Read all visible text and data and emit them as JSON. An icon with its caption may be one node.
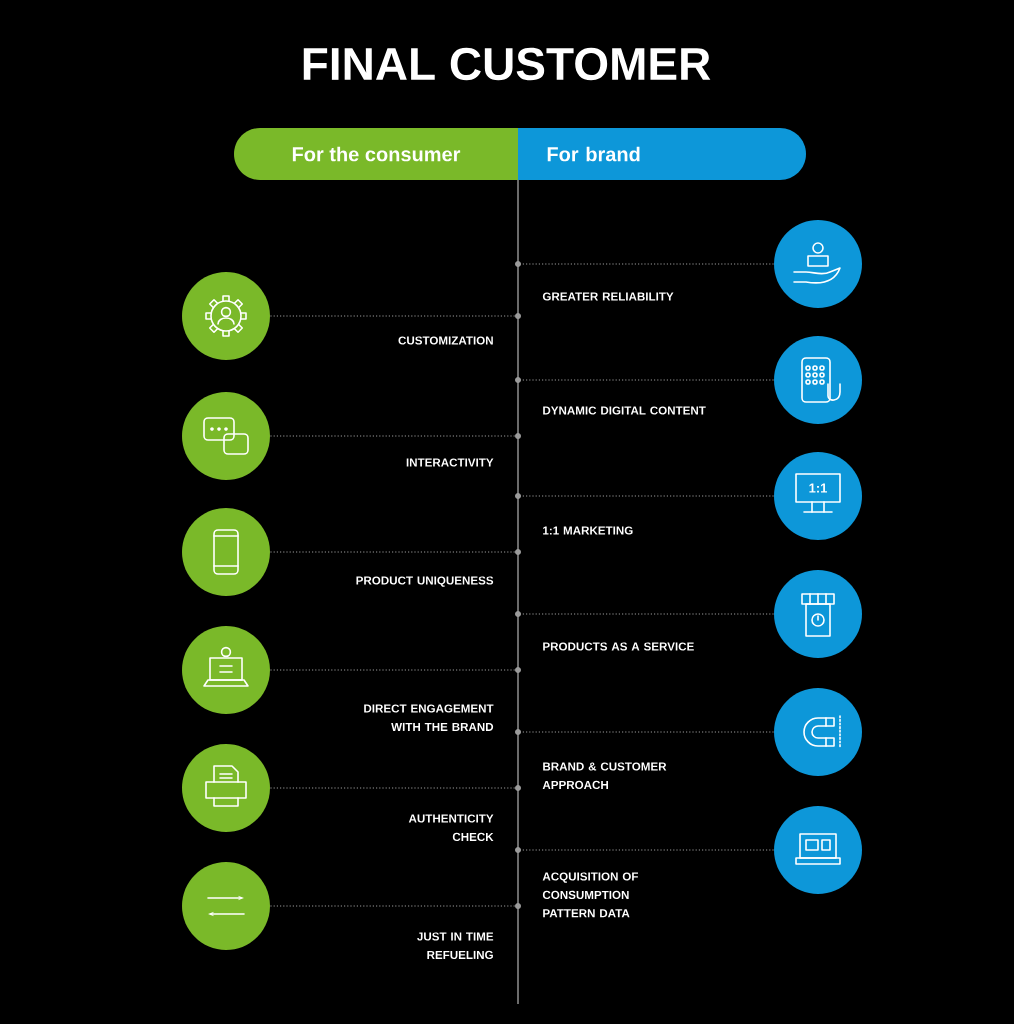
{
  "diagram": {
    "title": "FINAL CUSTOMER",
    "nodes": [
      {
        "text": [
          "For the consumer"
        ]
      },
      {
        "text": [
          "For brand"
        ]
      },
      {
        "text": [],
        "shape": "bar"
      },
      {
        "text": [],
        "shape": "circle"
      },
      {
        "text": [],
        "shape": "circle"
      },
      {
        "text": [],
        "shape": "circle"
      },
      {
        "text": [],
        "shape": "circle"
      },
      {
        "text": [],
        "shape": "circle"
      },
      {
        "text": [],
        "shape": "circle"
      },
      {
        "text": [],
        "shape": "circle"
      },
      {
        "text": [],
        "shape": "circle"
      },
      {
        "text": [],
        "shape": "circle"
      },
      {
        "text": [],
        "shape": "circle"
      },
      {
        "text": [],
        "shape": "circle"
      },
      {
        "text": [],
        "shape": "circle"
      }
    ],
    "edges": [
      {
        "from": 3,
        "to": 2,
        "arrow": "none",
        "style": "dashed"
      },
      {
        "from": 4,
        "to": 2,
        "arrow": "none",
        "style": "dashed"
      },
      {
        "from": 5,
        "to": 2,
        "arrow": "none",
        "style": "dashed"
      },
      {
        "from": 6,
        "to": 2,
        "arrow": "none",
        "style": "dashed"
      },
      {
        "from": 7,
        "to": 2,
        "arrow": "none",
        "style": "dashed"
      },
      {
        "from": 8,
        "to": 2,
        "arrow": "none",
        "style": "dashed"
      },
      {
        "from": 9,
        "to": 2,
        "arrow": "none",
        "style": "dashed"
      },
      {
        "from": 10,
        "to": 2,
        "arrow": "none",
        "style": "dashed"
      },
      {
        "from": 11,
        "to": 2,
        "arrow": "none",
        "style": "dashed"
      },
      {
        "from": 12,
        "to": 2,
        "arrow": "none",
        "style": "dashed"
      },
      {
        "from": 13,
        "to": 2,
        "arrow": "none",
        "style": "dashed"
      },
      {
        "from": 14,
        "to": 2,
        "arrow": "none",
        "style": "dashed"
      }
    ],
    "labels": [
      "GREATER RELIABILITY",
      "CUSTOMIZATION",
      "DYNAMIC DIGITAL CONTENT",
      "INTERACTIVITY",
      "1:1",
      "1:1 MARKETING",
      "PRODUCT UNIQUENESS",
      "PRODUCTS AS A SERVICE",
      "DIRECT ENGAGEMENT WITH THE BRAND",
      "BRAND & CUSTOMER APPROACH",
      "AUTHENTICITY CHECK",
      "ACQUISITION OF CONSUMPTION PATTERN DATA",
      "JUST IN TIME REFUELING"
    ]
  }
}
